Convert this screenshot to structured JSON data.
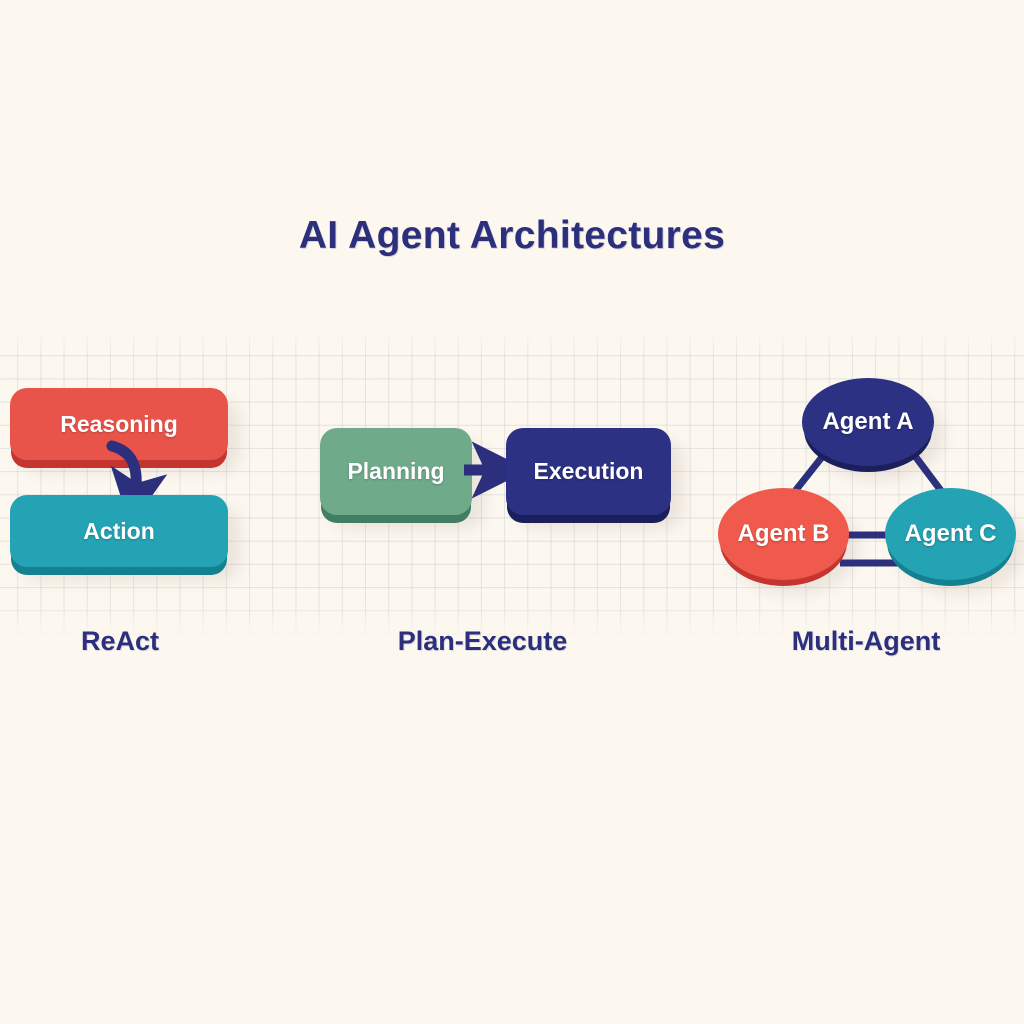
{
  "title": "AI Agent Architectures",
  "background_color": "#fcf7ef",
  "accent_colors": {
    "navy": "#2c3183",
    "red": "#ef5a4c",
    "teal": "#23a3b4",
    "green": "#6faa8b",
    "title_text": "#2b2f7c"
  },
  "columns": [
    {
      "id": "react",
      "caption": "ReAct",
      "nodes": [
        {
          "label": "Reasoning",
          "shape": "rounded-rect",
          "color": "#ef5a4c"
        },
        {
          "label": "Action",
          "shape": "rounded-rect",
          "color": "#23a3b4"
        }
      ],
      "connector": {
        "type": "curved-arrow",
        "from": "Reasoning",
        "to": "Action",
        "color": "#2b2f7c"
      }
    },
    {
      "id": "plan-execute",
      "caption": "Plan-Execute",
      "nodes": [
        {
          "label": "Planning",
          "shape": "rounded-rect",
          "color": "#6faa8b"
        },
        {
          "label": "Execution",
          "shape": "rounded-rect",
          "color": "#2c3183"
        }
      ],
      "connector": {
        "type": "straight-arrow",
        "from": "Planning",
        "to": "Execution",
        "color": "#2b2f7c"
      }
    },
    {
      "id": "multi-agent",
      "caption": "Multi-Agent",
      "nodes": [
        {
          "label": "Agent A",
          "shape": "ellipse",
          "color": "#2c3183"
        },
        {
          "label": "Agent B",
          "shape": "ellipse",
          "color": "#ef5a4c"
        },
        {
          "label": "Agent C",
          "shape": "ellipse",
          "color": "#23a3b4"
        }
      ],
      "connector": {
        "type": "triangle-links",
        "links": [
          "Agent A-Agent B",
          "Agent A-Agent C",
          "Agent B-Agent C"
        ],
        "color": "#2b2f7c"
      }
    }
  ]
}
